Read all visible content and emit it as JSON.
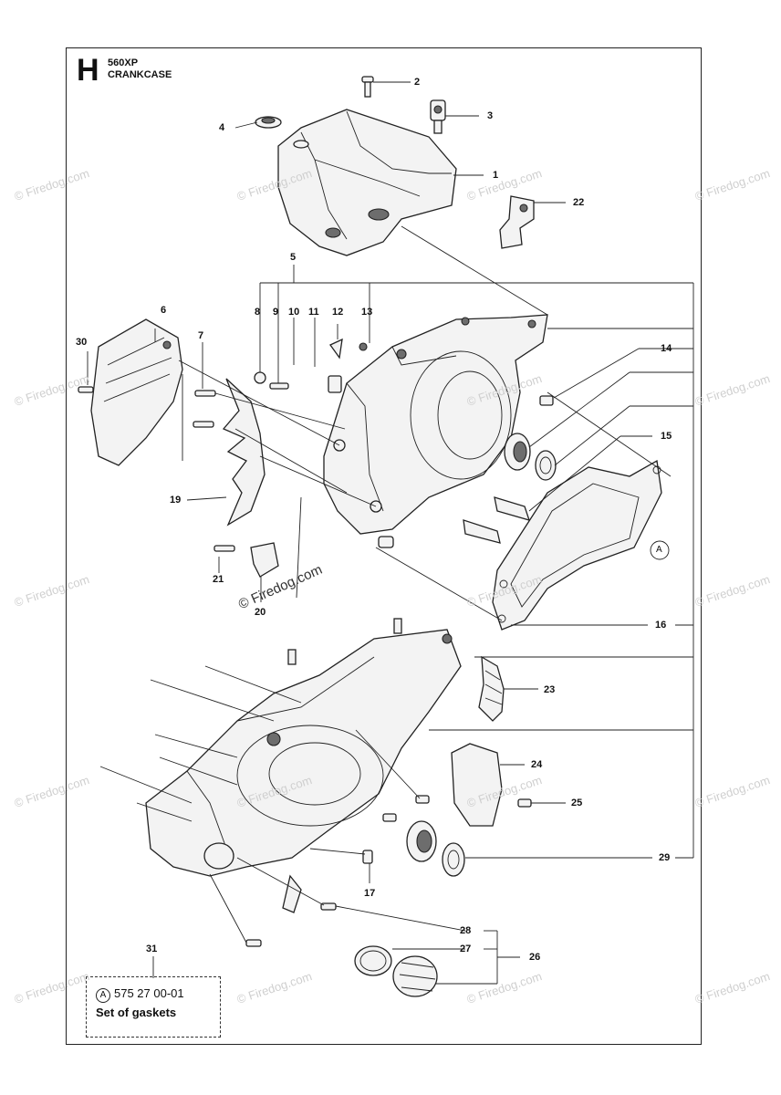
{
  "header": {
    "section_letter": "H",
    "model": "560XP",
    "title": "CRANKCASE"
  },
  "callouts": [
    {
      "id": "c1",
      "label": "1"
    },
    {
      "id": "c2",
      "label": "2"
    },
    {
      "id": "c3",
      "label": "3"
    },
    {
      "id": "c4",
      "label": "4"
    },
    {
      "id": "c5",
      "label": "5"
    },
    {
      "id": "c6",
      "label": "6"
    },
    {
      "id": "c7",
      "label": "7"
    },
    {
      "id": "c8",
      "label": "8"
    },
    {
      "id": "c9",
      "label": "9"
    },
    {
      "id": "c10",
      "label": "10"
    },
    {
      "id": "c11",
      "label": "11"
    },
    {
      "id": "c12",
      "label": "12"
    },
    {
      "id": "c13",
      "label": "13"
    },
    {
      "id": "c14",
      "label": "14"
    },
    {
      "id": "c15",
      "label": "15"
    },
    {
      "id": "c16",
      "label": "16"
    },
    {
      "id": "c17",
      "label": "17"
    },
    {
      "id": "c19",
      "label": "19"
    },
    {
      "id": "c20",
      "label": "20"
    },
    {
      "id": "c21",
      "label": "21"
    },
    {
      "id": "c22",
      "label": "22"
    },
    {
      "id": "c23",
      "label": "23"
    },
    {
      "id": "c24",
      "label": "24"
    },
    {
      "id": "c25",
      "label": "25"
    },
    {
      "id": "c26",
      "label": "26"
    },
    {
      "id": "c27",
      "label": "27"
    },
    {
      "id": "c28",
      "label": "28"
    },
    {
      "id": "c29",
      "label": "29"
    },
    {
      "id": "c30",
      "label": "30"
    },
    {
      "id": "c31",
      "label": "31"
    }
  ],
  "gasket_marker": "A",
  "kit": {
    "marker": "A",
    "part_number": "575 27 00-01",
    "label": "Set of gaskets"
  },
  "watermark": {
    "text": "© Firedog.com"
  }
}
